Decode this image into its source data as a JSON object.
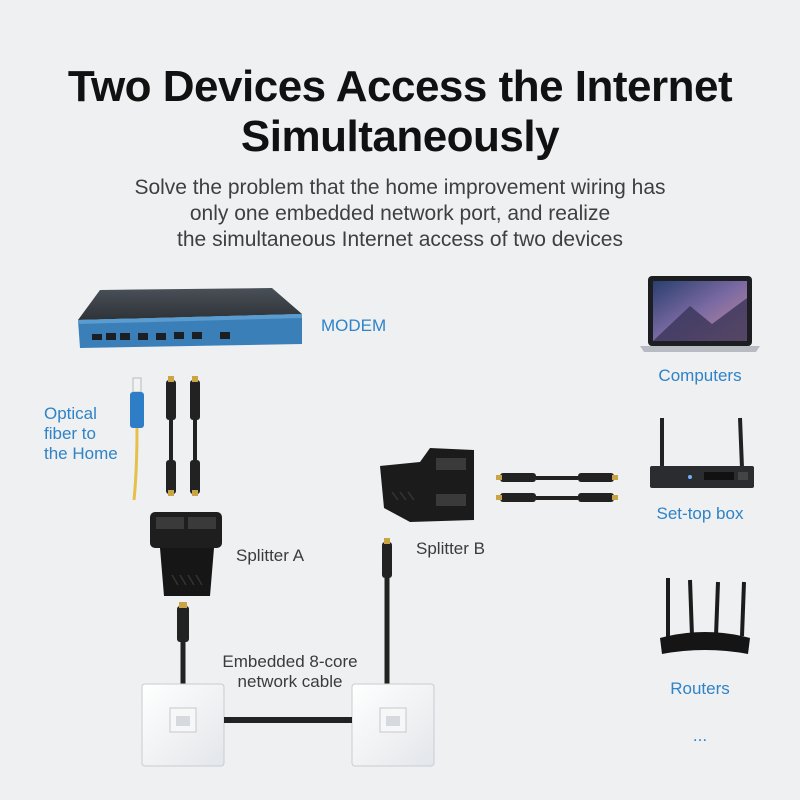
{
  "heading": {
    "line1": "Two Devices Access the Internet",
    "line2": "Simultaneously"
  },
  "subheading": {
    "line1": "Solve the problem that the home improvement wiring has",
    "line2": "only one embedded network port, and realize",
    "line3": "the simultaneous Internet access of two devices"
  },
  "labels": {
    "modem": "MODEM",
    "optical_line1": "Optical",
    "optical_line2": "fiber to",
    "optical_line3": "the Home",
    "splitter_a": "Splitter A",
    "splitter_b": "Splitter B",
    "cable_line1": "Embedded 8-core",
    "cable_line2": "network cable",
    "computers": "Computers",
    "set_top_box": "Set-top box",
    "routers": "Routers",
    "more": "..."
  },
  "colors": {
    "accent_blue": "#2f83c6",
    "title_text": "#111111",
    "background": "#eef0f2"
  }
}
